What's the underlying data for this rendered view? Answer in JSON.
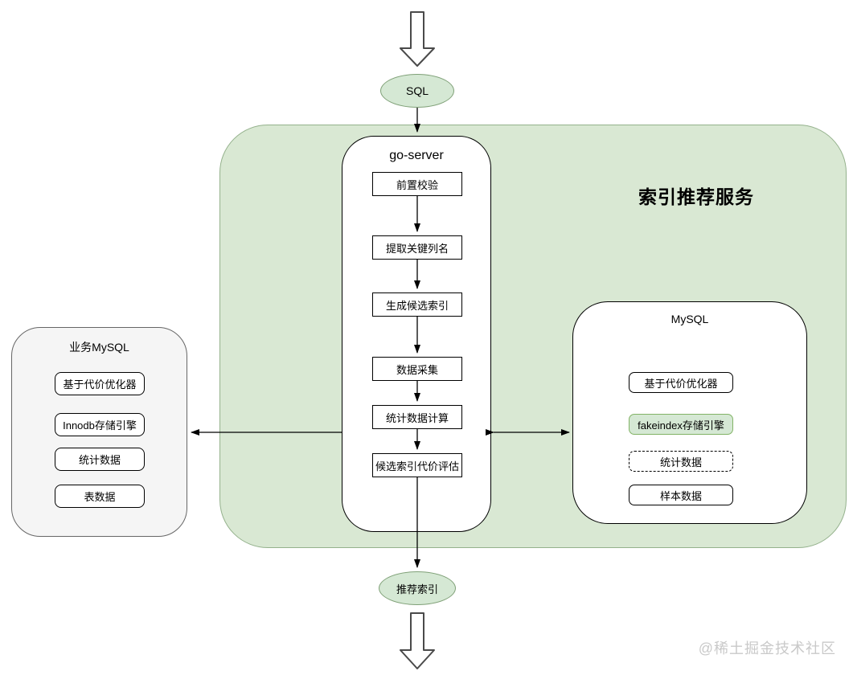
{
  "d": {
    "input": {
      "label": "SQL"
    },
    "output": {
      "label": "推荐索引"
    },
    "service": {
      "title": "索引推荐服务",
      "go_server": {
        "title": "go-server",
        "steps": [
          "前置校验",
          "提取关键列名",
          "生成候选索引",
          "数据采集",
          "统计数据计算",
          "候选索引代价评估"
        ]
      },
      "mysql": {
        "title": "MySQL",
        "items": [
          "基于代价优化器",
          "fakeindex存储引擎",
          "统计数据",
          "样本数据"
        ]
      }
    },
    "business_mysql": {
      "title": "业务MySQL",
      "items": [
        "基于代价优化器",
        "Innodb存储引擎",
        "统计数据",
        "表数据"
      ]
    },
    "watermark": "@稀土掘金技术社区",
    "colors": {
      "green_fill": "#d5e8d4",
      "green_stroke": "#82b366",
      "service_fill": "#d9e8d3",
      "gray_fill": "#f5f5f5",
      "box_stroke": "#000000",
      "watermark": "#c9c9c9"
    }
  }
}
